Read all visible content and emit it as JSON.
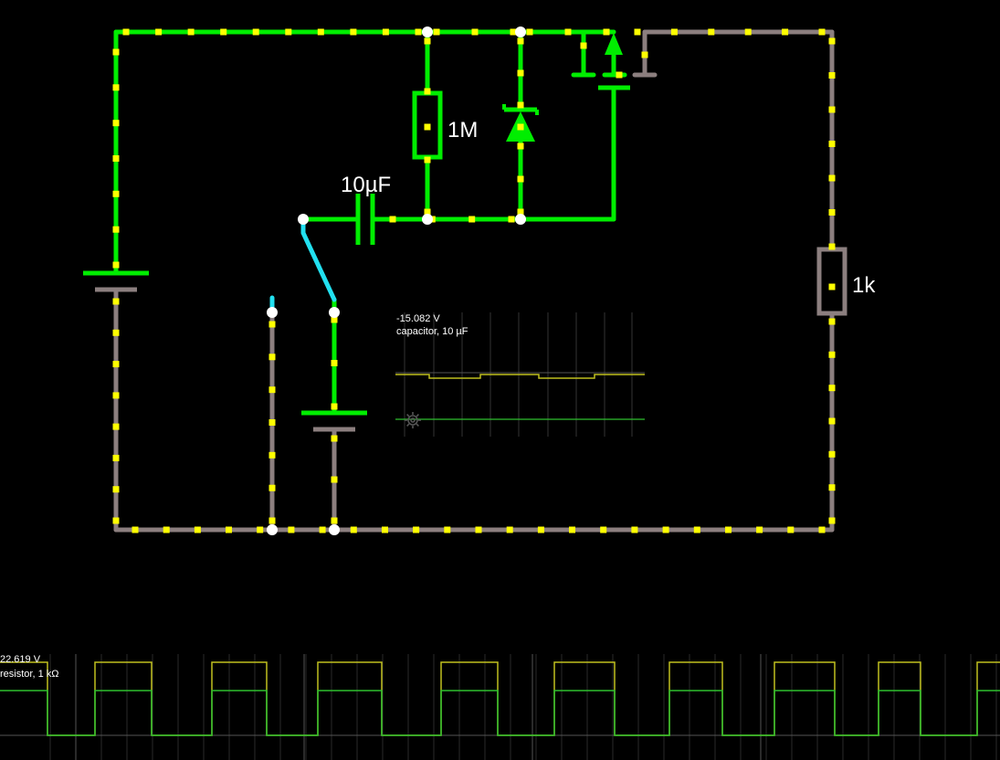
{
  "colors": {
    "background": "#000000",
    "wire_high": "#00ee00",
    "wire_low": "#8c7f7f",
    "wire_mid": "#22e0f0",
    "dot": "#ffff00",
    "node": "#ffffff",
    "grid": "#333333",
    "trace_voltage": "#bfbf1f",
    "trace_current": "#2fbf2f"
  },
  "components": {
    "resistor_1m_label": "1M",
    "resistor_1k_label": "1k",
    "capacitor_label": "10µF"
  },
  "scopes": [
    {
      "id": "capacitor-scope",
      "reading": "-15.082 V",
      "label": "capacitor, 10 µF"
    },
    {
      "id": "resistor-scope",
      "reading": "22.619 V",
      "label": "resistor, 1 kΩ"
    }
  ],
  "icons": {
    "scope_settings": "gear-icon"
  }
}
